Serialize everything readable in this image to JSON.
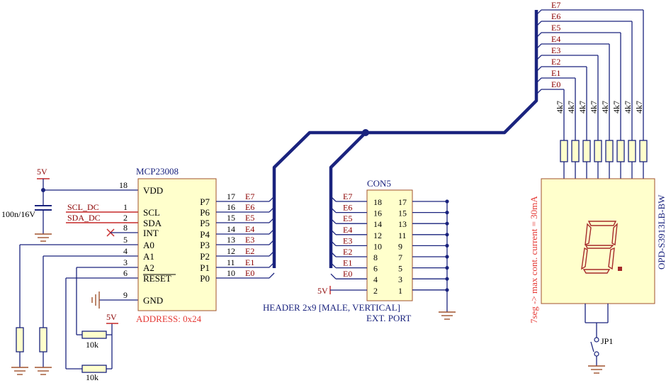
{
  "ic": {
    "name": "MCP23008",
    "address": "ADDRESS: 0x24",
    "left_pins": [
      {
        "num": "18",
        "name": "VDD"
      },
      {
        "num": "1",
        "name": "SCL"
      },
      {
        "num": "2",
        "name": "SDA"
      },
      {
        "num": "8",
        "name": "INT"
      },
      {
        "num": "5",
        "name": "A0"
      },
      {
        "num": "4",
        "name": "A1"
      },
      {
        "num": "3",
        "name": "A2"
      },
      {
        "num": "6",
        "name": "RESET"
      },
      {
        "num": "9",
        "name": "GND"
      }
    ],
    "right_pins": [
      {
        "num": "17",
        "name": "P7",
        "net": "E7"
      },
      {
        "num": "16",
        "name": "P6",
        "net": "E6"
      },
      {
        "num": "15",
        "name": "P5",
        "net": "E5"
      },
      {
        "num": "14",
        "name": "P4",
        "net": "E4"
      },
      {
        "num": "13",
        "name": "P3",
        "net": "E3"
      },
      {
        "num": "12",
        "name": "P2",
        "net": "E2"
      },
      {
        "num": "11",
        "name": "P1",
        "net": "E1"
      },
      {
        "num": "10",
        "name": "P0",
        "net": "E0"
      }
    ]
  },
  "power": {
    "vcc": "5V",
    "cap": "100n/16V",
    "scl": "SCL_DC",
    "sda": "SDA_DC"
  },
  "resistors": {
    "r1": "10k",
    "r2": "10k"
  },
  "connector": {
    "name": "CON5",
    "desc1": "HEADER 2x9 [MALE, VERTICAL]",
    "desc2": "EXT. PORT",
    "power_label": "5V",
    "rows": [
      {
        "left": "18",
        "right": "17",
        "net": "E7"
      },
      {
        "left": "16",
        "right": "15",
        "net": "E6"
      },
      {
        "left": "14",
        "right": "13",
        "net": "E5"
      },
      {
        "left": "12",
        "right": "11",
        "net": "E4"
      },
      {
        "left": "10",
        "right": "9",
        "net": "E3"
      },
      {
        "left": "8",
        "right": "7",
        "net": "E2"
      },
      {
        "left": "6",
        "right": "5",
        "net": "E1"
      },
      {
        "left": "4",
        "right": "3",
        "net": "E0"
      },
      {
        "left": "2",
        "right": "1",
        "net": ""
      }
    ]
  },
  "display": {
    "part": "OPD-S3913LB-BW",
    "note": "7seg -> max cont. current = 30mA",
    "resistor_values": [
      "4k7",
      "4k7",
      "4k7",
      "4k7",
      "4k7",
      "4k7",
      "4k7",
      "4k7"
    ],
    "nets": [
      "E7",
      "E6",
      "E5",
      "E4",
      "E3",
      "E2",
      "E1",
      "E0"
    ],
    "jumper": "JP1"
  }
}
